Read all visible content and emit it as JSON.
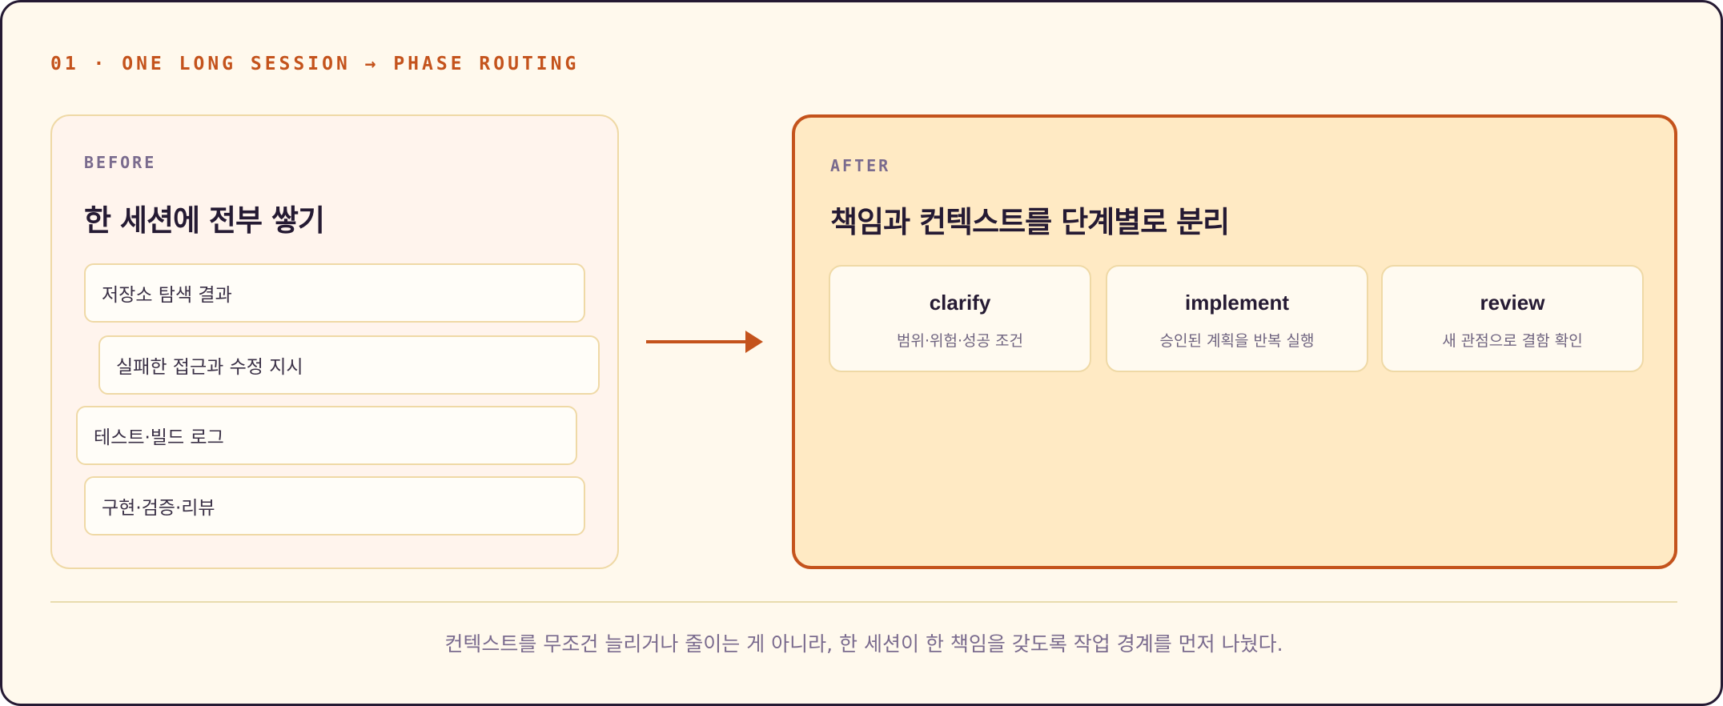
{
  "eyebrow": "01 · ONE LONG SESSION → PHASE ROUTING",
  "before": {
    "label": "BEFORE",
    "title": "한 세션에 전부 쌓기",
    "items": [
      "저장소 탐색 결과",
      "실패한 접근과 수정 지시",
      "테스트·빌드 로그",
      "구현·검증·리뷰"
    ]
  },
  "after": {
    "label": "AFTER",
    "title": "책임과 컨텍스트를 단계별로 분리",
    "phases": [
      {
        "name": "clarify",
        "desc": "범위·위험·성공 조건"
      },
      {
        "name": "implement",
        "desc": "승인된 계획을 반복 실행"
      },
      {
        "name": "review",
        "desc": "새 관점으로 결함 확인"
      }
    ]
  },
  "caption": "컨텍스트를 무조건 늘리거나 줄이는 게 아니라, 한 세션이 한 책임을 갖도록 작업 경계를 먼저 나눴다.",
  "colors": {
    "accent": "#c4531c",
    "background": "#fff9ed",
    "after_panel": "#ffeac4",
    "before_panel": "#fff4ed",
    "ink": "#251a33",
    "muted": "#7a6b8e"
  }
}
